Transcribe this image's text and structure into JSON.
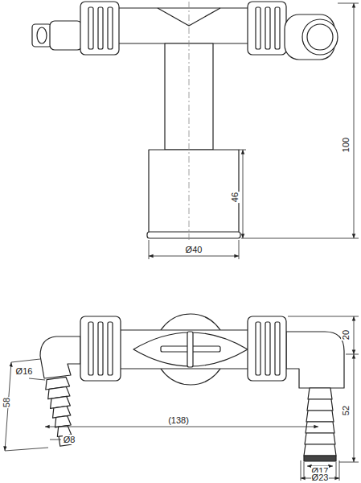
{
  "diagram": {
    "labels": [
      "100",
      "46",
      "Ø40",
      "20",
      "58",
      "Ø16",
      "Ø8",
      "(138)",
      "52",
      "Ø17",
      "Ø23"
    ]
  }
}
